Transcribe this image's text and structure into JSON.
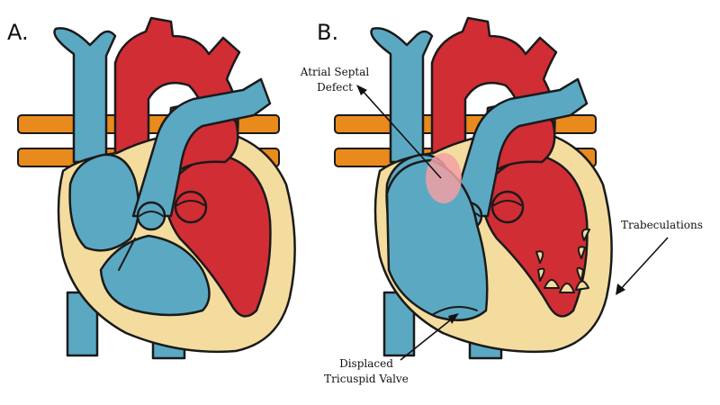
{
  "panels": [
    {
      "letter": "A."
    },
    {
      "letter": "B."
    }
  ],
  "annotations": {
    "asd": {
      "line1": "Atrial Septal",
      "line2": "Defect"
    },
    "trabeculations": {
      "label": "Trabeculations"
    },
    "tricuspid": {
      "line1": "Displaced",
      "line2": "Tricuspid Valve"
    }
  },
  "colors": {
    "oxygen_poor": "#5ba8c3",
    "oxygen_rich": "#d12d35",
    "muscle": "#f3dc9e",
    "pulmonary_veins": "#e88a1c",
    "outline": "#1a1a1a"
  }
}
